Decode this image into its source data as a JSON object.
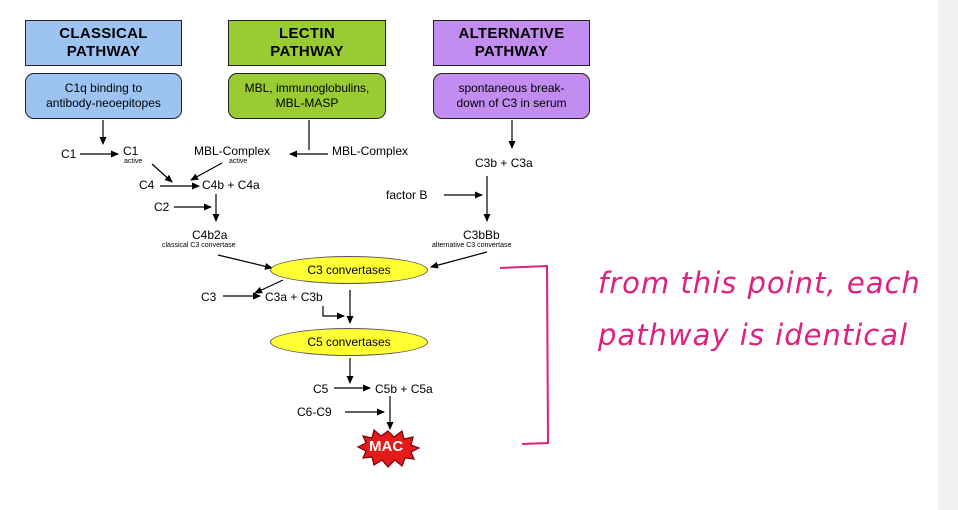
{
  "pathways": {
    "classical": {
      "title_line1": "CLASSICAL",
      "title_line2": "PATHWAY",
      "desc_line1": "C1q binding to",
      "desc_line2": "antibody-neoepitopes"
    },
    "lectin": {
      "title_line1": "LECTIN",
      "title_line2": "PATHWAY",
      "desc_line1": "MBL, immunoglobulins,",
      "desc_line2": "MBL-MASP"
    },
    "alternative": {
      "title_line1": "ALTERNATIVE",
      "title_line2": "PATHWAY",
      "desc_line1": "spontaneous break-",
      "desc_line2": "down of C3 in serum"
    }
  },
  "colors": {
    "classical": "#9dc3f3",
    "lectin": "#99cc33",
    "alternative": "#c28cf0",
    "ellipse": "#ffff33",
    "mac": "#e31b1b",
    "handwriting": "#e0207e"
  },
  "labels": {
    "c1": "C1",
    "c1_active": "C1",
    "c1_active_sub": "active",
    "mbl_complex_active": "MBL-Complex",
    "mbl_complex_active_sub": "active",
    "mbl_complex": "MBL-Complex",
    "c4": "C4",
    "c4b_c4a": "C4b + C4a",
    "c2": "C2",
    "c4b2a": "C4b2a",
    "c4b2a_sub": "classical C3 convertase",
    "c3b_c3a": "C3b + C3a",
    "factor_b": "factor B",
    "c3bbb": "C3bBb",
    "c3bbb_sub": "alternative C3 convertase",
    "c3_convertases": "C3 convertases",
    "c3": "C3",
    "c3a_c3b": "C3a + C3b",
    "c5_convertases": "C5 convertases",
    "c5": "C5",
    "c5b_c5a": "C5b + C5a",
    "c6_c9": "C6-C9",
    "mac": "MAC"
  },
  "annotation": {
    "line1": "from this point, each",
    "line2": "pathway is identical"
  }
}
